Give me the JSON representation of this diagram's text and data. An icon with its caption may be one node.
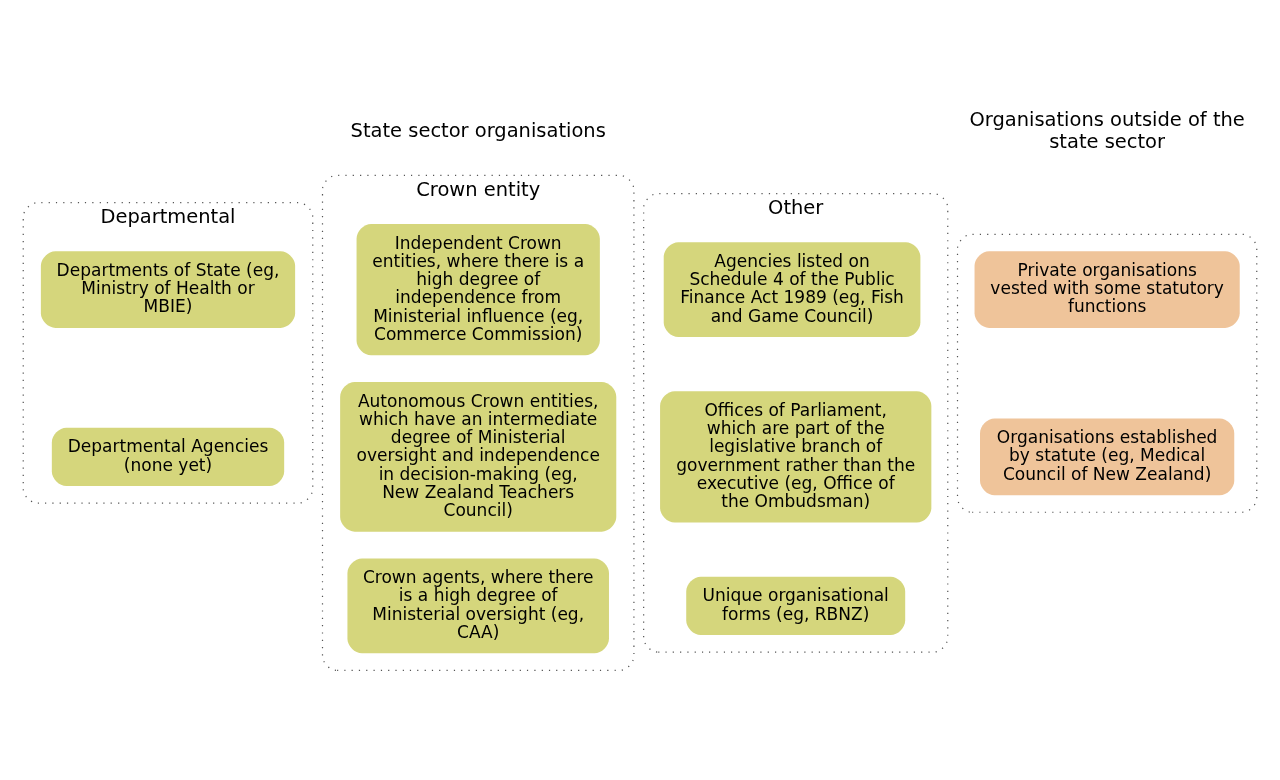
{
  "diagram": {
    "nodes": [
      {
        "text": [
          "Departmental"
        ]
      },
      {
        "text": [
          "Departments of State (eg, Ministry of Health or MBIE)"
        ],
        "in": 0
      },
      {
        "text": [
          "Departmental Agencies (none yet)"
        ],
        "in": 0
      },
      {
        "text": [
          "Crown entity"
        ]
      },
      {
        "text": [
          "Independent Crown entities, where there is a high degree of independence from Ministerial influence (eg, Commerce Commission)"
        ],
        "in": 3
      },
      {
        "text": [
          "Autonomous Crown entities, which have an intermediate degree of Ministerial oversight and independence in decision-making (eg, New Zealand Teachers Council)"
        ],
        "in": 3
      },
      {
        "text": [
          "Crown agents, where there is a high degree of Ministerial oversight (eg, CAA)"
        ],
        "in": 3
      },
      {
        "text": [
          "Other"
        ]
      },
      {
        "text": [
          "Agencies listed on Schedule 4 of the Public Finance Act 1989 (eg, Fish and Game Council)"
        ],
        "in": 7
      },
      {
        "text": [
          "Offices of Parliament, which are part of the legislative branch of government rather than the executive (eg, Office of the Ombudsman)"
        ],
        "in": 7
      },
      {
        "text": [
          "Unique organisational forms (eg, RBNZ)"
        ],
        "in": 7
      },
      {
        "text": [],
        "shape": "box"
      },
      {
        "text": [
          "Private organisations vested with some statutory functions"
        ],
        "in": 11
      },
      {
        "text": [
          "Organisations established by statute (eg, Medical Council of New Zealand)"
        ],
        "in": 11
      }
    ],
    "edges": [],
    "labels": [
      "State sector organisations",
      "Organisations outside of the state sector"
    ]
  }
}
